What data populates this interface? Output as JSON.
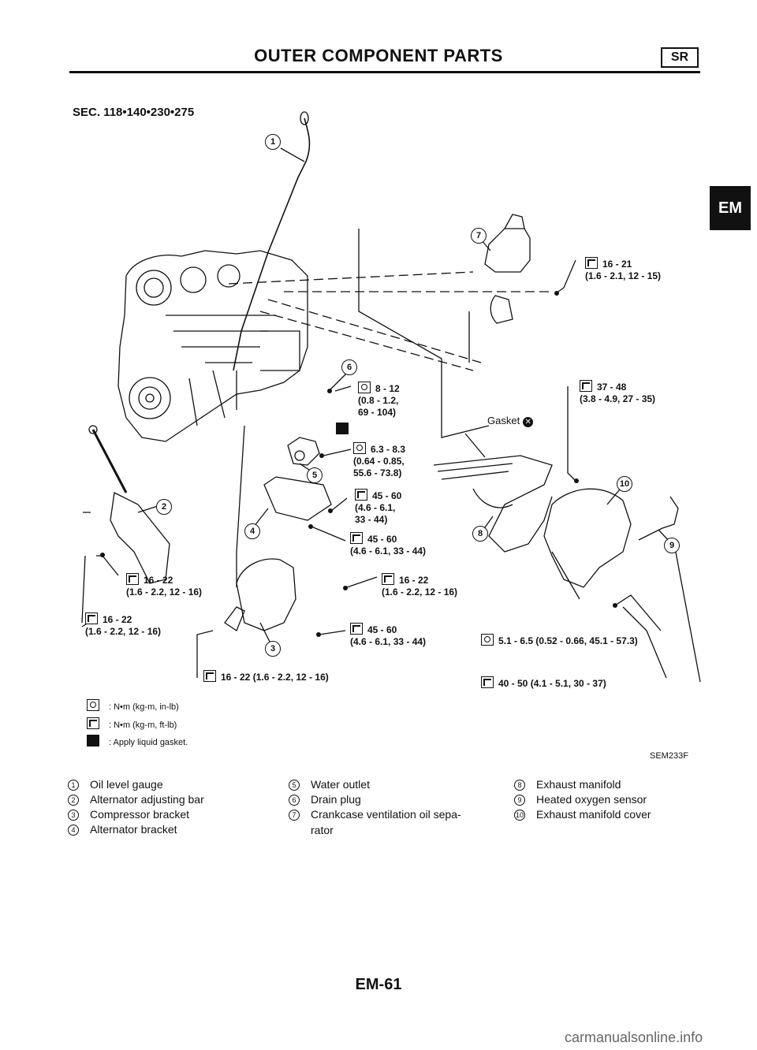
{
  "header": {
    "title": "OUTER COMPONENT PARTS",
    "badge": "SR"
  },
  "side_tab": "EM",
  "section": "SEC. 118•140•230•275",
  "callouts": [
    "1",
    "2",
    "3",
    "4",
    "5",
    "6",
    "7",
    "8",
    "9",
    "10"
  ],
  "specs": {
    "s1621": "16 - 21\n(1.6 - 2.1, 12 - 15)",
    "s812": "8 - 12\n(0.8 - 1.2,\n69 - 104)",
    "s3748": "37 - 48\n(3.8 - 4.9, 27 - 35)",
    "gasket": "Gasket",
    "s6383": "6.3 - 8.3\n(0.64 - 0.85,\n55.6 - 73.8)",
    "s4560a": "45 - 60\n(4.6 - 6.1,\n33 - 44)",
    "s4560b": "45 - 60\n(4.6 - 6.1, 33 - 44)",
    "s1622a": "16 - 22\n(1.6 - 2.2, 12 - 16)",
    "s1622b": "16 - 22\n(1.6 - 2.2, 12 - 16)",
    "s1622c": "16 - 22\n(1.6 - 2.2, 12 - 16)",
    "s4560c": "45 - 60\n(4.6 - 6.1, 33 - 44)",
    "s5165": "5.1 - 6.5 (0.52 - 0.66, 45.1 - 57.3)",
    "s1622d": "16 - 22 (1.6 - 2.2, 12 - 16)",
    "s4050": "40 - 50 (4.1 - 5.1, 30 - 37)"
  },
  "legend": [
    {
      "icon": "nm-torque-icon",
      "text": ": N•m (kg-m, in-lb)"
    },
    {
      "icon": "ft-torque-icon",
      "text": ": N•m (kg-m, ft-lb)"
    },
    {
      "icon": "liquid-gasket-icon",
      "text": ": Apply liquid gasket."
    }
  ],
  "figure_ref": "SEM233F",
  "parts": {
    "col1": [
      {
        "n": "1",
        "name": "Oil level gauge"
      },
      {
        "n": "2",
        "name": "Alternator adjusting bar"
      },
      {
        "n": "3",
        "name": "Compressor bracket"
      },
      {
        "n": "4",
        "name": "Alternator bracket"
      }
    ],
    "col2": [
      {
        "n": "5",
        "name": "Water outlet"
      },
      {
        "n": "6",
        "name": "Drain plug"
      },
      {
        "n": "7",
        "name": "Crankcase ventilation oil sepa-"
      },
      {
        "n": "",
        "name": "rator"
      }
    ],
    "col3": [
      {
        "n": "8",
        "name": "Exhaust manifold"
      },
      {
        "n": "9",
        "name": "Heated oxygen sensor"
      },
      {
        "n": "10",
        "name": "Exhaust manifold cover"
      }
    ]
  },
  "page_number": "EM-61",
  "watermark": "carmanualsonline.info"
}
